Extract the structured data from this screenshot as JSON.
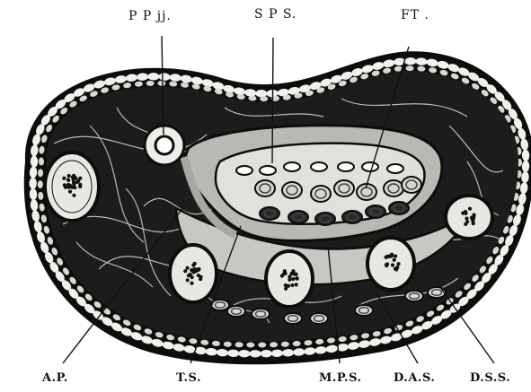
{
  "labels": {
    "ppjj": "P P jj.",
    "sps": "S P S.",
    "ft": "FT .",
    "ap": "A.P.",
    "ts": "T.S.",
    "mps": "M.P.S.",
    "das": "D.A.S.",
    "dss": "D.S.S."
  },
  "colors": {
    "background": "#ffffff",
    "ink": "#111111",
    "outer_rind": "#0d0d0d",
    "cell_fill": "#f2f0ea",
    "tissue_dark": "#1c1c1c",
    "sheath_grey": "#b9b9b4",
    "bundle_fill": "#e9e7e1"
  }
}
